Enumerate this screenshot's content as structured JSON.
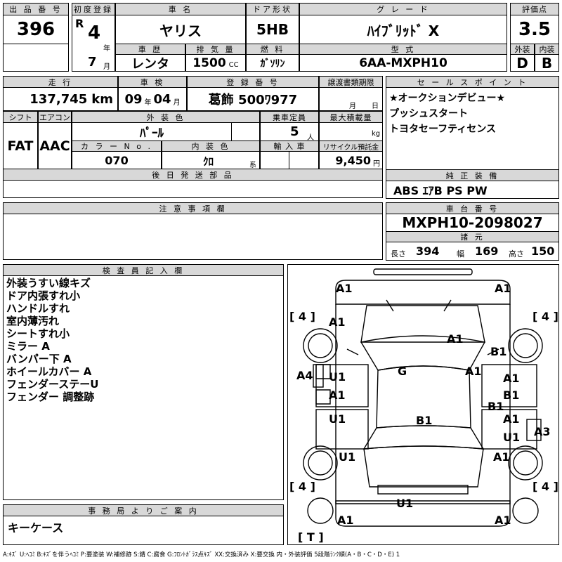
{
  "header": {
    "lot_label": "出 品 番 号",
    "lot": "396",
    "first_reg_label": "初度登録",
    "era": "R",
    "year": "4",
    "year_unit": "年",
    "month": "7",
    "month_unit": "月",
    "model_label": "車 名",
    "model": "ヤリス",
    "door_label": "ドア形状",
    "door": "5HB",
    "grade_label": "グ レ ー ド",
    "grade": "ﾊｲﾌﾞﾘｯﾄﾞ X",
    "score_label": "評価点",
    "score": "3.5",
    "history_label": "車 歴",
    "history": "レンタ",
    "displacement_label": "排 気 量",
    "displacement": "1500",
    "displacement_unit": "CC",
    "fuel_label": "燃 料",
    "fuel": "ｶﾞｿﾘﾝ",
    "type_label": "型 式",
    "type": "6AA-MXPH10",
    "exterior_label": "外装",
    "exterior": "D",
    "interior_label": "内装",
    "interior": "B"
  },
  "row2": {
    "mileage_label": "走 行",
    "mileage": "137,745",
    "mileage_unit": "km",
    "inspection_label": "車 検",
    "insp_year": "09",
    "insp_year_unit": "年",
    "insp_month": "04",
    "insp_month_unit": "月",
    "plate_label": "登 録 番 号",
    "plate": "葛飾 500ﾜ977",
    "transfer_label": "譲渡書類期限",
    "transfer_month_unit": "月",
    "transfer_day_unit": "日",
    "sales_label": "セ ー ル ス ポ イ ン ト",
    "sales_points": [
      "★オークションデビュー★",
      "プッシュスタート",
      "トヨタセーフティセンス"
    ]
  },
  "row3": {
    "shift_label": "シフト",
    "shift": "FAT",
    "ac_label": "エアコン",
    "ac": "AAC",
    "color_label": "外 装 色",
    "color": "ﾊﾟｰﾙ",
    "capacity_label": "乗車定員",
    "capacity": "5",
    "capacity_unit": "人",
    "load_label": "最大積載量",
    "load_unit": "kg",
    "color_no_label": "カ ラ ー N o .",
    "color_no": "070",
    "interior_color_label": "内 装 色",
    "interior_color": "ｸﾛ",
    "interior_color_unit": "系",
    "import_label": "輸 入 車",
    "recycle_label": "リサイクル預託金",
    "recycle": "9,450",
    "recycle_unit": "円"
  },
  "later_parts_label": "後 日 発 送 部 品",
  "equipment": {
    "label": "純 正 装 備",
    "value": "ABS ｴｱB PS PW"
  },
  "caution_label": "注 意 事 項 欄",
  "chassis": {
    "label": "車 台 番 号",
    "value": "MXPH10-2098027",
    "spec_label": "諸 元",
    "length_label": "長さ",
    "length": "394",
    "width_label": "幅",
    "width": "169",
    "height_label": "高さ",
    "height": "150"
  },
  "inspector": {
    "label": "検 査 員 記 入 欄",
    "notes": [
      "外装うすい線キズ",
      "ドア内張すれ小",
      "ハンドルすれ",
      "室内薄汚れ",
      "シートすれ小",
      "ミラー A",
      "バンパー下 A",
      "ホイールカバー A",
      "フェンダーステーU",
      "フェンダー 調整跡"
    ]
  },
  "office": {
    "label": "事 務 局 よ り ご 案 内",
    "note": "キーケース"
  },
  "diagram": {
    "marks": {
      "front_bumper_l": "A1",
      "front_bumper_r": "A1",
      "front_fender_l": "A1",
      "hood": "A1",
      "front_fender_r": "B1",
      "left_side": "A4",
      "windshield_r": "A1",
      "roof": "G",
      "left_front_door_1": "U1",
      "left_front_door_2": "A1",
      "right_front_door_1": "A1",
      "right_front_door_2": "B1",
      "right_pillar": "B1",
      "left_rear_door": "U1",
      "right_rear_door_1": "A1",
      "right_rear_door_2": "U1",
      "right_side": "A3",
      "rear_glass": "B1",
      "left_rear_fender": "U1",
      "right_rear_fender": "A1",
      "trunk": "U1",
      "rear_bumper_l": "A1",
      "rear_bumper_r": "A1"
    },
    "tires": {
      "front_left": "4",
      "front_right": "4",
      "rear_left": "4",
      "rear_right": "4",
      "spare": "T"
    }
  },
  "footer": "A:ｷｽﾞ U:ﾍｺﾐ B:ｷｽﾞを伴うﾍｺﾐ P:要塗装 W:補修跡 S:錆 C:腐食 G:ﾌﾛﾝﾄｶﾞﾗｽ点ｷｽﾞ XX:交換済み X:要交換 内・外装評価 5段階ﾗﾝｸ順(A・B・C・D・E) 1"
}
